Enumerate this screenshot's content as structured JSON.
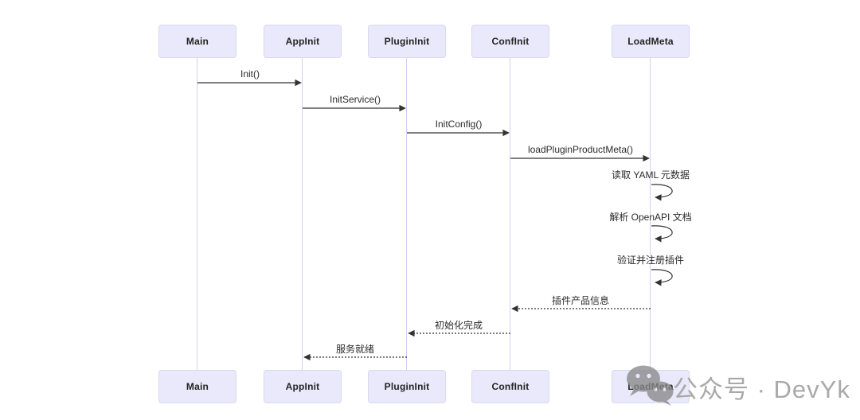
{
  "diagram": {
    "type": "sequence-diagram",
    "participants": [
      {
        "name": "Main"
      },
      {
        "name": "AppInit"
      },
      {
        "name": "PluginInit"
      },
      {
        "name": "ConfInit"
      },
      {
        "name": "LoadMeta"
      }
    ],
    "messages": [
      {
        "from": "Main",
        "to": "AppInit",
        "label": "Init()",
        "line": "solid"
      },
      {
        "from": "AppInit",
        "to": "PluginInit",
        "label": "InitService()",
        "line": "solid"
      },
      {
        "from": "PluginInit",
        "to": "ConfInit",
        "label": "InitConfig()",
        "line": "solid"
      },
      {
        "from": "ConfInit",
        "to": "LoadMeta",
        "label": "loadPluginProductMeta()",
        "line": "solid"
      },
      {
        "from": "LoadMeta",
        "to": "LoadMeta",
        "label": "读取 YAML 元数据",
        "line": "self"
      },
      {
        "from": "LoadMeta",
        "to": "LoadMeta",
        "label": "解析 OpenAPI 文档",
        "line": "self"
      },
      {
        "from": "LoadMeta",
        "to": "LoadMeta",
        "label": "验证并注册插件",
        "line": "self"
      },
      {
        "from": "LoadMeta",
        "to": "ConfInit",
        "label": "插件产品信息",
        "line": "dashed"
      },
      {
        "from": "ConfInit",
        "to": "PluginInit",
        "label": "初始化完成",
        "line": "dashed"
      },
      {
        "from": "PluginInit",
        "to": "AppInit",
        "label": "服务就绪",
        "line": "dashed"
      }
    ]
  },
  "watermark": {
    "icon": "wechat-icon",
    "text": "公众号 · DevYk"
  },
  "colors": {
    "actor_fill": "#e9e9fb",
    "actor_border": "#d9d7f0",
    "lifeline": "#d5cdf0",
    "arrow": "#333333",
    "label_text": "#2b2b2b",
    "watermark_text": "#a9a9a9",
    "watermark_icon": "#8a8a8a"
  }
}
